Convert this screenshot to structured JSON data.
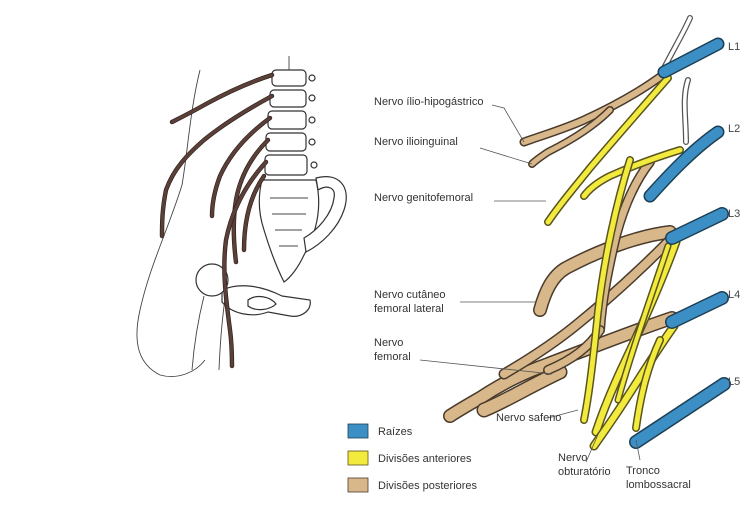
{
  "levels": [
    "L1",
    "L2",
    "L3",
    "L4",
    "L5"
  ],
  "labels": {
    "iliohypogastric": "Nervo ílio-hipogástrico",
    "ilioinguinal": "Nervo ilioinguinal",
    "genitofemoral": "Nervo genitofemoral",
    "lateral_cutaneous_line1": "Nervo cutâneo",
    "lateral_cutaneous_line2": "femoral lateral",
    "femoral_line1": "Nervo",
    "femoral_line2": "femoral",
    "saphenous": "Nervo safeno",
    "obturator_line1": "Nervo",
    "obturator_line2": "obturatório",
    "lumbosacral_line1": "Tronco",
    "lumbosacral_line2": "lombossacral"
  },
  "legend": [
    {
      "label": "Raízes",
      "color": "#3c8fc4"
    },
    {
      "label": "Divisões anteriores",
      "color": "#f2ea3c"
    },
    {
      "label": "Divisões posteriores",
      "color": "#d8b88a"
    }
  ],
  "colors": {
    "roots": "#3c8fc4",
    "anterior": "#f2ea3c",
    "posterior": "#d8b88a",
    "anatomy_nerves": "#5a4038"
  }
}
